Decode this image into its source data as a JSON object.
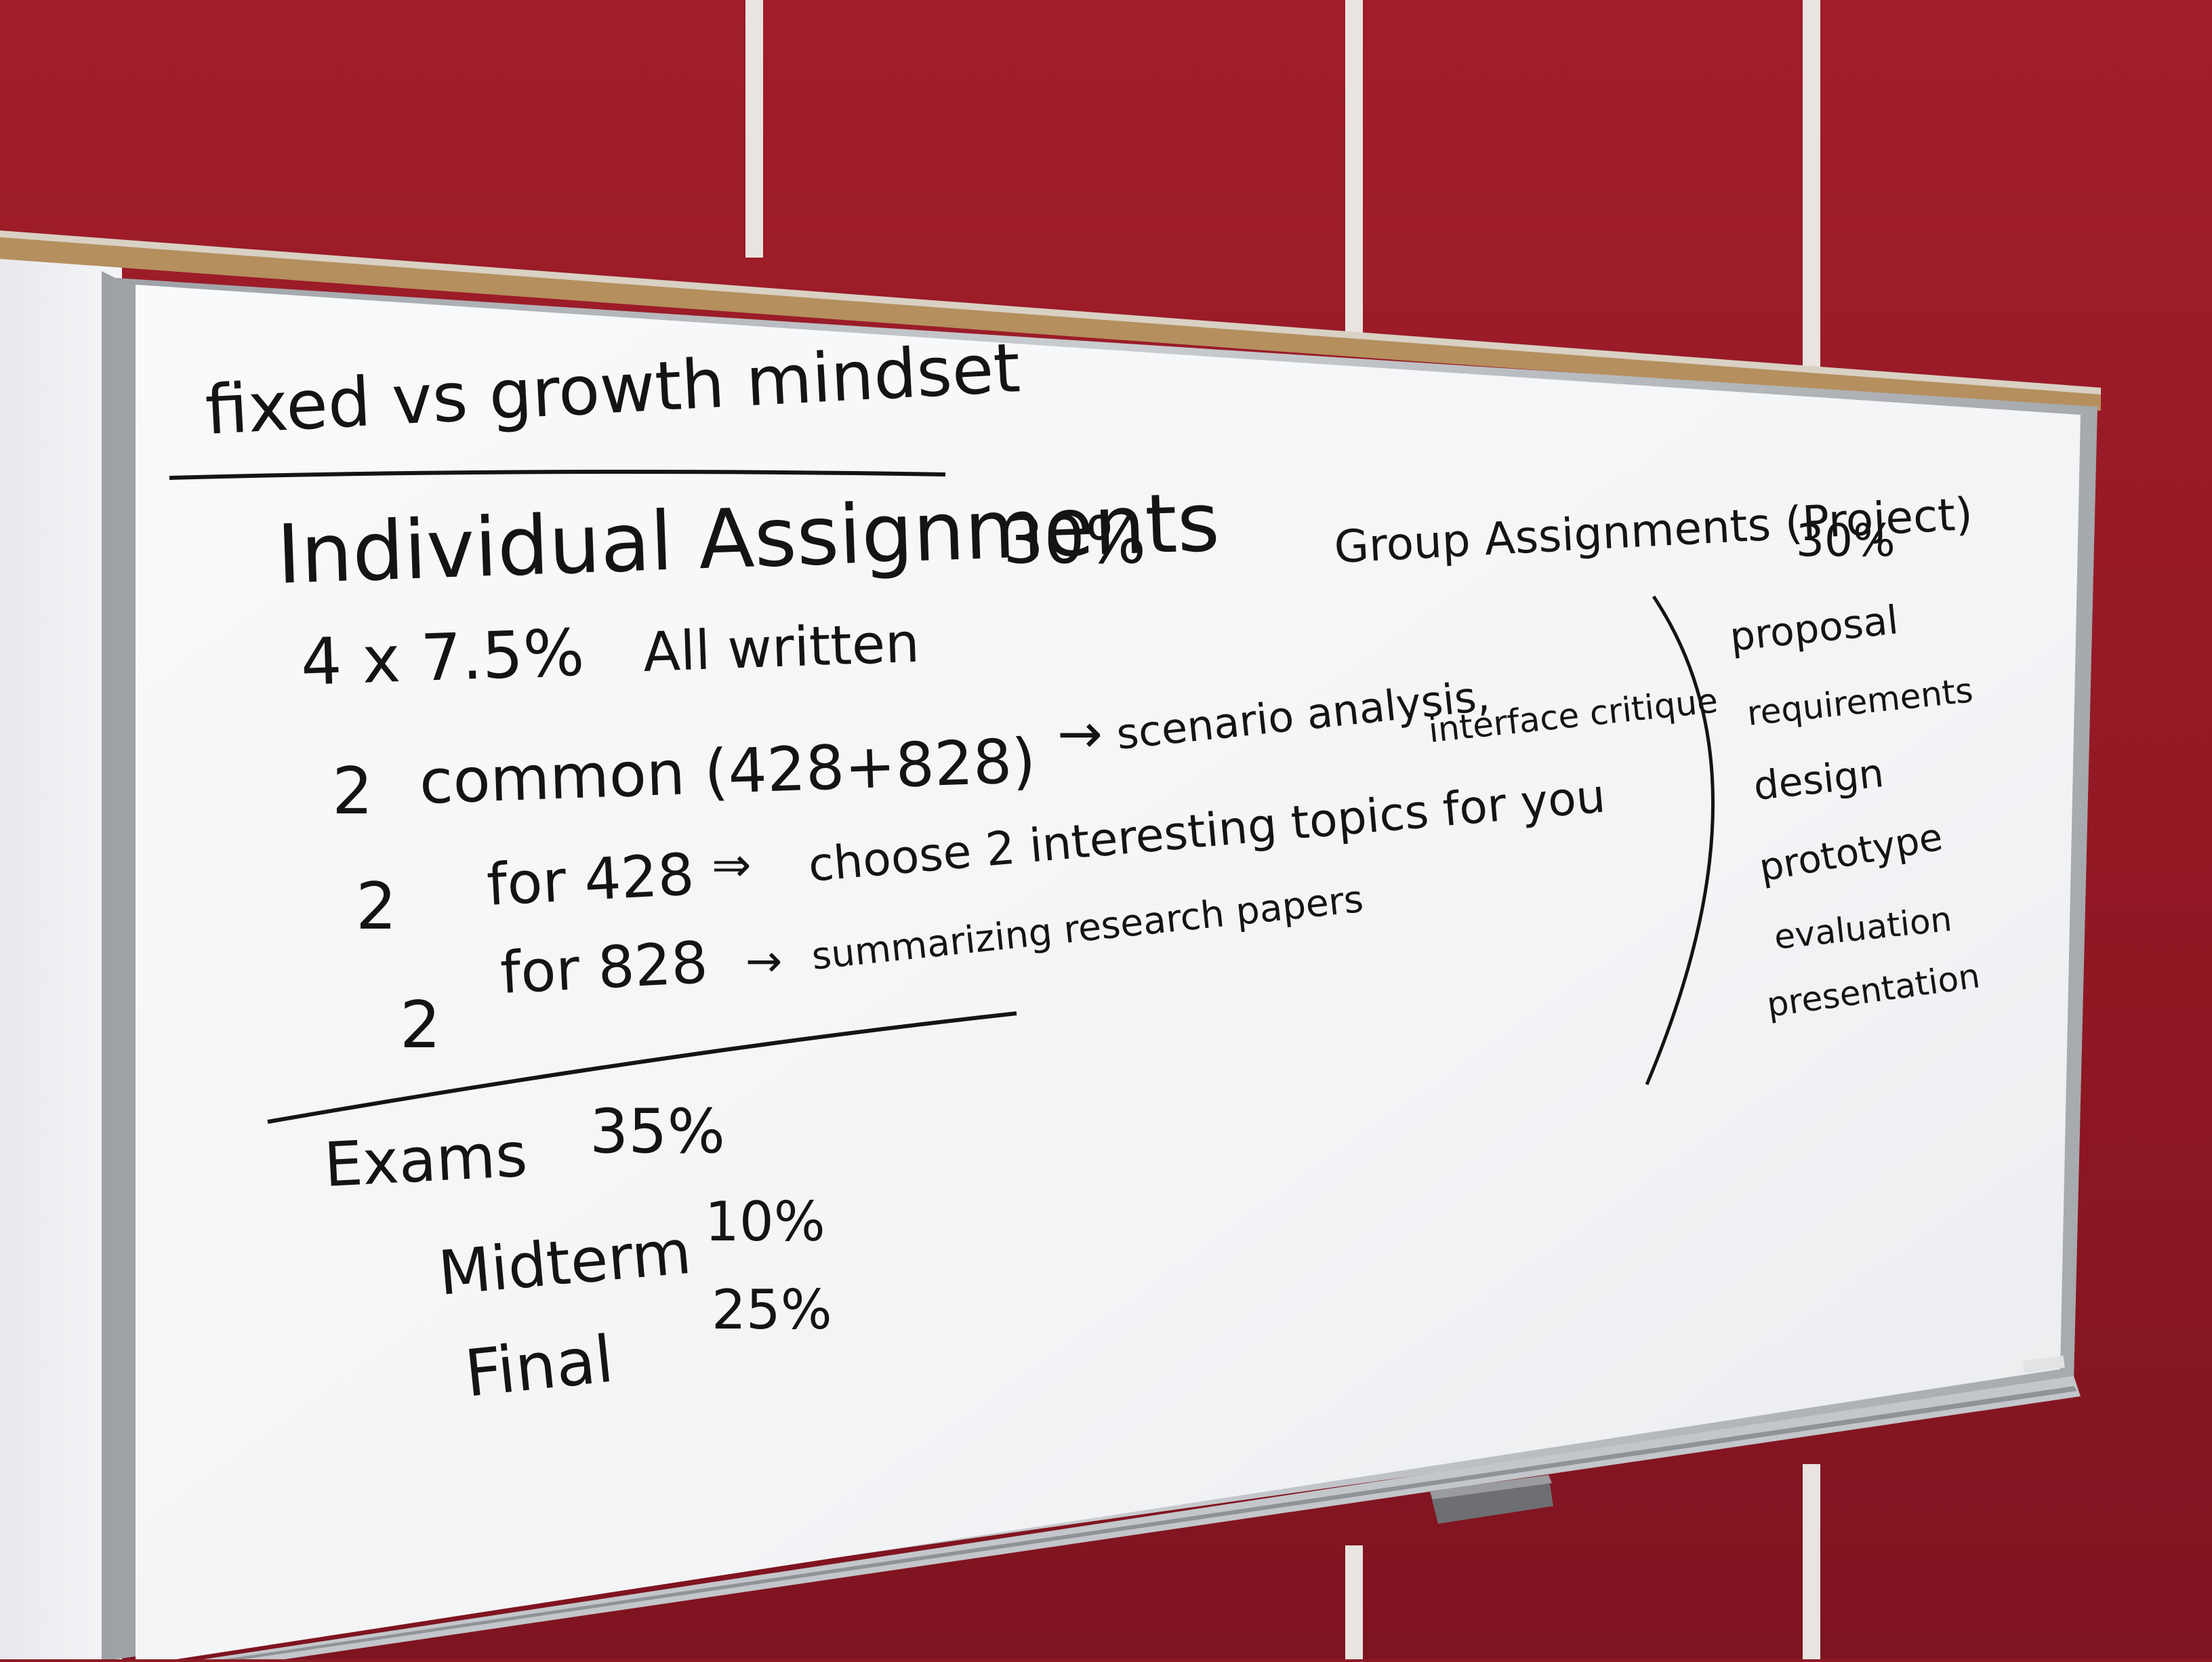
{
  "scene": {
    "wall_color": "#9b1c28",
    "board_color": "#f7f8f9",
    "ink_color": "#141414",
    "frame_color": "#b9bcc0"
  },
  "board": {
    "title": "fixed vs growth mindset",
    "individual": {
      "heading": "Individual Assignments",
      "weight": "30%",
      "breakdown": "4 x 7.5%",
      "note": "All written",
      "lines": [
        {
          "count": "2",
          "text": "common (428+828)",
          "arrow": "→",
          "detail": "scenario analysis,",
          "detail2": "interface critique"
        },
        {
          "count": "2",
          "text": "for 428",
          "arrow": "⇒",
          "detail": "choose 2 interesting topics for you"
        },
        {
          "count": "2",
          "text": "for 828",
          "arrow": "→",
          "detail": "summarizing research papers"
        }
      ]
    },
    "group": {
      "heading": "Group Assignments (Project)",
      "weight": "30%",
      "items": [
        "proposal",
        "requirements",
        "design",
        "prototype",
        "evaluation",
        "presentation"
      ]
    },
    "exams": {
      "heading": "Exams",
      "weight": "35%",
      "items": [
        {
          "label": "Midterm",
          "weight": "10%"
        },
        {
          "label": "Final",
          "weight": "25%"
        }
      ]
    }
  }
}
